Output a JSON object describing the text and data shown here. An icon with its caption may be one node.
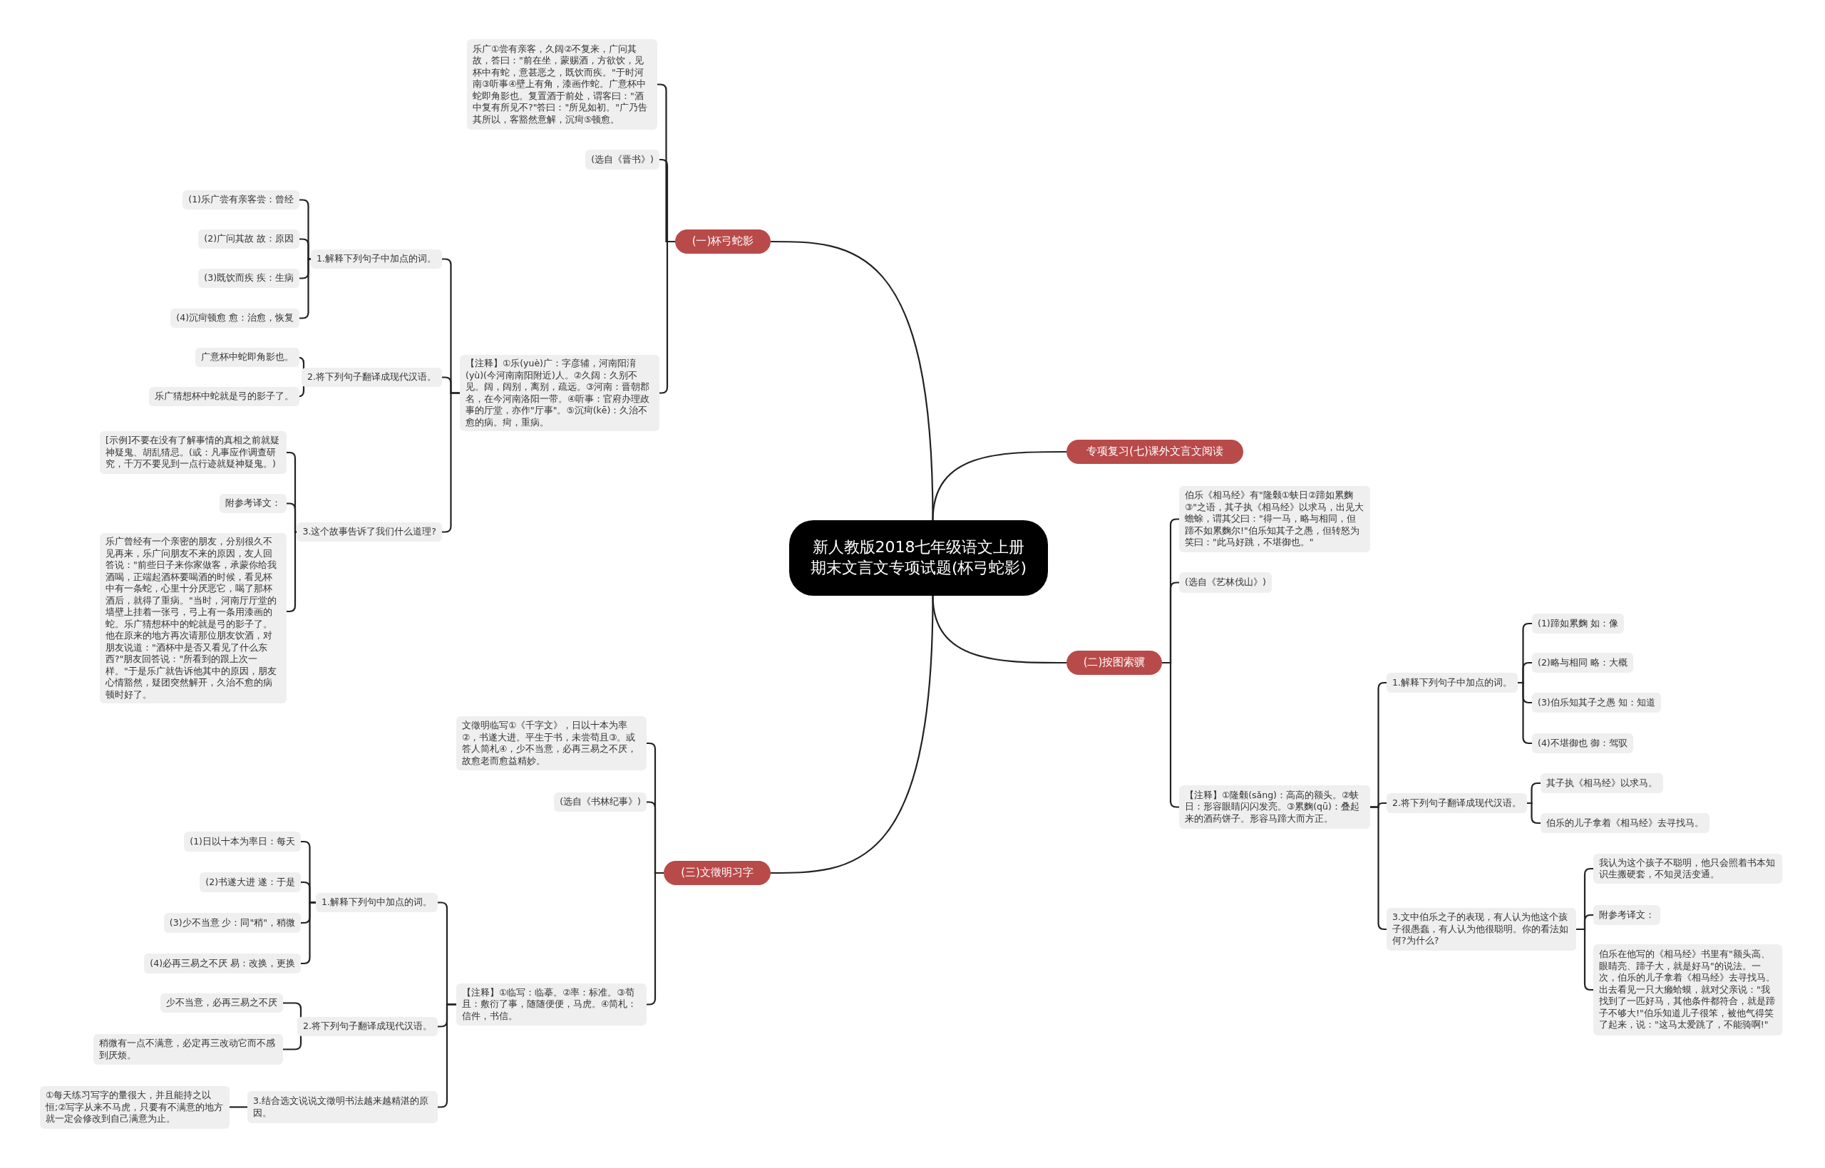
{
  "diagram": {
    "nodes": [
      {
        "text": [
          "新人教版2018七年级语文上册期末文言文专项试题(杯弓蛇影)"
        ]
      },
      {
        "text": [
          "(一)杯弓蛇影"
        ]
      },
      {
        "text": [
          "乐广①尝有亲客，久阔②不复来，广问其故，答曰：\"前在坐，蒙赐酒，方欲饮，见杯中有蛇，意甚恶之，既饮而疾。\"于时河南③听事④壁上有角，漆画作蛇。广意杯中蛇即角影也。复置酒于前处，谓客曰：\"酒中复有所见不?\"答曰：\"所见如初。\"广乃告其所以，客豁然意解，沉疴⑤顿愈。"
        ]
      },
      {
        "text": [
          "(选自《晋书》)"
        ]
      },
      {
        "text": [
          "【注释】①乐(yuè)广：字彦辅，河南阳淯(yù)(今河南南阳附近)人。②久阔：久别不见。阔，阔别，离别，疏远。③河南：晋朝郡名，在今河南洛阳一带。④听事：官府办理政事的厅堂，亦作\"厅事\"。⑤沉疴(kē)：久治不愈的病。疴，重病。"
        ]
      },
      {
        "text": [
          "1.解释下列句子中加点的词。"
        ]
      },
      {
        "text": [
          "(1)乐广尝有亲客尝：曾经"
        ]
      },
      {
        "text": [
          "(2)广问其故 故：原因"
        ]
      },
      {
        "text": [
          "(3)既饮而疾 疾：生病"
        ]
      },
      {
        "text": [
          "(4)沉疴顿愈 愈：治愈，恢复"
        ]
      },
      {
        "text": [
          "2.将下列句子翻译成现代汉语。"
        ]
      },
      {
        "text": [
          "广意杯中蛇即角影也。"
        ]
      },
      {
        "text": [
          "乐广猜想杯中蛇就是弓的影子了。"
        ]
      },
      {
        "text": [
          "3.这个故事告诉了我们什么道理?"
        ]
      },
      {
        "text": [
          "[示例]不要在没有了解事情的真相之前就疑神疑鬼、胡乱猜忌。(或：凡事应作调查研究，千万不要见到一点行迹就疑神疑鬼。)"
        ]
      },
      {
        "text": [
          "附参考译文："
        ]
      },
      {
        "text": [
          "乐广曾经有一个亲密的朋友，分别很久不见再来，乐广问朋友不来的原因，友人回答说：\"前些日子来你家做客，承蒙你给我酒喝，正端起酒杯要喝酒的时候，看见杯中有一条蛇，心里十分厌恶它，喝了那杯酒后，就得了重病。\"当时，河南厅厅堂的墙壁上挂着一张弓，弓上有一条用漆画的蛇。乐广猜想杯中的蛇就是弓的影子了。他在原来的地方再次请那位朋友饮酒，对朋友说道：\"酒杯中是否又看见了什么东西?\"朋友回答说：\"所看到的跟上次一样。\"于是乐广就告诉他其中的原因，朋友心情豁然，疑团突然解开，久治不愈的病顿时好了。"
        ]
      },
      {
        "text": [
          "专项复习(七)课外文言文阅读"
        ]
      },
      {
        "text": [
          "(二)按图索骥"
        ]
      },
      {
        "text": [
          "伯乐《相马经》有\"隆颡①蚨日②蹄如累麴③\"之语，其子执《相马经》以求马，出见大蟾蜍，谓其父曰：\"得一马，略与相同，但蹄不如累麴尔!\"伯乐知其子之愚，但转怒为笑曰：\"此马好跳，不堪御也。\""
        ]
      },
      {
        "text": [
          "(选自《艺林伐山》)"
        ]
      },
      {
        "text": [
          "【注释】①隆颡(sǎng)：高高的额头。②蚨日：形容眼睛闪闪发亮。③累麴(qū)：叠起来的酒药饼子。形容马蹄大而方正。"
        ]
      },
      {
        "text": [
          "1.解释下列句子中加点的词。"
        ]
      },
      {
        "text": [
          "(1)蹄如累麴 如：像"
        ]
      },
      {
        "text": [
          "(2)略与相同 略：大概"
        ]
      },
      {
        "text": [
          "(3)伯乐知其子之愚 知：知道"
        ]
      },
      {
        "text": [
          "(4)不堪御也 御：驾驭"
        ]
      },
      {
        "text": [
          "2.将下列句子翻译成现代汉语。"
        ]
      },
      {
        "text": [
          "其子执《相马经》以求马。"
        ]
      },
      {
        "text": [
          "伯乐的儿子拿着《相马经》去寻找马。"
        ]
      },
      {
        "text": [
          "3.文中伯乐之子的表现，有人认为他这个孩子很愚蠢，有人认为他很聪明。你的看法如何?为什么?"
        ]
      },
      {
        "text": [
          "我认为这个孩子不聪明，他只会照着书本知识生搬硬套，不知灵活变通。"
        ]
      },
      {
        "text": [
          "附参考译文："
        ]
      },
      {
        "text": [
          "伯乐在他写的《相马经》书里有\"额头高、眼睛亮、蹄子大，就是好马\"的说法。一次，伯乐的儿子拿着《相马经》去寻找马。出去看见一只大癞蛤蟆，就对父亲说：\"我找到了一匹好马，其他条件都符合，就是蹄子不够大!\"伯乐知道儿子很笨，被他气得笑了起来，说：\"这马太爱跳了，不能骑啊!\""
        ]
      },
      {
        "text": [
          "(三)文徵明习字"
        ]
      },
      {
        "text": [
          "文徵明临写①《千字文》，日以十本为率②，书遂大进。平生于书，未尝苟且③。或答人简札④，少不当意，必再三易之不厌，故愈老而愈益精妙。"
        ]
      },
      {
        "text": [
          "(选自《书林纪事》)"
        ]
      },
      {
        "text": [
          "【注释】①临写：临摹。②率：标准。③苟且：敷衍了事，随随便便，马虎。④简札：信件，书信。"
        ]
      },
      {
        "text": [
          "1.解释下列句中加点的词。"
        ]
      },
      {
        "text": [
          "(1)日以十本为率日：每天"
        ]
      },
      {
        "text": [
          "(2)书遂大进 遂：于是"
        ]
      },
      {
        "text": [
          "(3)少不当意 少：同\"稍\"，稍微"
        ]
      },
      {
        "text": [
          "(4)必再三易之不厌 易：改换，更换"
        ]
      },
      {
        "text": [
          "2.将下列句子翻译成现代汉语。"
        ]
      },
      {
        "text": [
          "少不当意，必再三易之不厌"
        ]
      },
      {
        "text": [
          "稍微有一点不满意，必定再三改动它而不感到厌烦。"
        ]
      },
      {
        "text": [
          "3.结合选文说说文徵明书法越来越精湛的原因。"
        ]
      },
      {
        "text": [
          "①每天练习写字的量很大，并且能持之以恒;②写字从来不马虎，只要有不满意的地方就一定会修改到自己满意为止。"
        ]
      }
    ],
    "edges": [
      {
        "from": 0,
        "to": 1,
        "arrow": "none"
      },
      {
        "from": 0,
        "to": 17,
        "arrow": "none"
      },
      {
        "from": 0,
        "to": 18,
        "arrow": "none"
      },
      {
        "from": 0,
        "to": 34,
        "arrow": "none"
      },
      {
        "from": 1,
        "to": 2,
        "arrow": "none"
      },
      {
        "from": 1,
        "to": 3,
        "arrow": "none"
      },
      {
        "from": 1,
        "to": 4,
        "arrow": "none"
      },
      {
        "from": 4,
        "to": 5,
        "arrow": "none"
      },
      {
        "from": 4,
        "to": 10,
        "arrow": "none"
      },
      {
        "from": 4,
        "to": 13,
        "arrow": "none"
      },
      {
        "from": 5,
        "to": 6,
        "arrow": "none"
      },
      {
        "from": 5,
        "to": 7,
        "arrow": "none"
      },
      {
        "from": 5,
        "to": 8,
        "arrow": "none"
      },
      {
        "from": 5,
        "to": 9,
        "arrow": "none"
      },
      {
        "from": 10,
        "to": 11,
        "arrow": "none"
      },
      {
        "from": 10,
        "to": 12,
        "arrow": "none"
      },
      {
        "from": 13,
        "to": 14,
        "arrow": "none"
      },
      {
        "from": 13,
        "to": 15,
        "arrow": "none"
      },
      {
        "from": 13,
        "to": 16,
        "arrow": "none"
      },
      {
        "from": 18,
        "to": 19,
        "arrow": "none"
      },
      {
        "from": 18,
        "to": 20,
        "arrow": "none"
      },
      {
        "from": 18,
        "to": 21,
        "arrow": "none"
      },
      {
        "from": 21,
        "to": 22,
        "arrow": "none"
      },
      {
        "from": 21,
        "to": 27,
        "arrow": "none"
      },
      {
        "from": 21,
        "to": 30,
        "arrow": "none"
      },
      {
        "from": 22,
        "to": 23,
        "arrow": "none"
      },
      {
        "from": 22,
        "to": 24,
        "arrow": "none"
      },
      {
        "from": 22,
        "to": 25,
        "arrow": "none"
      },
      {
        "from": 22,
        "to": 26,
        "arrow": "none"
      },
      {
        "from": 27,
        "to": 28,
        "arrow": "none"
      },
      {
        "from": 27,
        "to": 29,
        "arrow": "none"
      },
      {
        "from": 30,
        "to": 31,
        "arrow": "none"
      },
      {
        "from": 30,
        "to": 32,
        "arrow": "none"
      },
      {
        "from": 30,
        "to": 33,
        "arrow": "none"
      },
      {
        "from": 34,
        "to": 35,
        "arrow": "none"
      },
      {
        "from": 34,
        "to": 36,
        "arrow": "none"
      },
      {
        "from": 34,
        "to": 37,
        "arrow": "none"
      },
      {
        "from": 37,
        "to": 38,
        "arrow": "none"
      },
      {
        "from": 37,
        "to": 43,
        "arrow": "none"
      },
      {
        "from": 37,
        "to": 46,
        "arrow": "none"
      },
      {
        "from": 38,
        "to": 39,
        "arrow": "none"
      },
      {
        "from": 38,
        "to": 40,
        "arrow": "none"
      },
      {
        "from": 38,
        "to": 41,
        "arrow": "none"
      },
      {
        "from": 38,
        "to": 42,
        "arrow": "none"
      },
      {
        "from": 43,
        "to": 44,
        "arrow": "none"
      },
      {
        "from": 43,
        "to": 45,
        "arrow": "none"
      },
      {
        "from": 46,
        "to": 47,
        "arrow": "none"
      }
    ]
  }
}
